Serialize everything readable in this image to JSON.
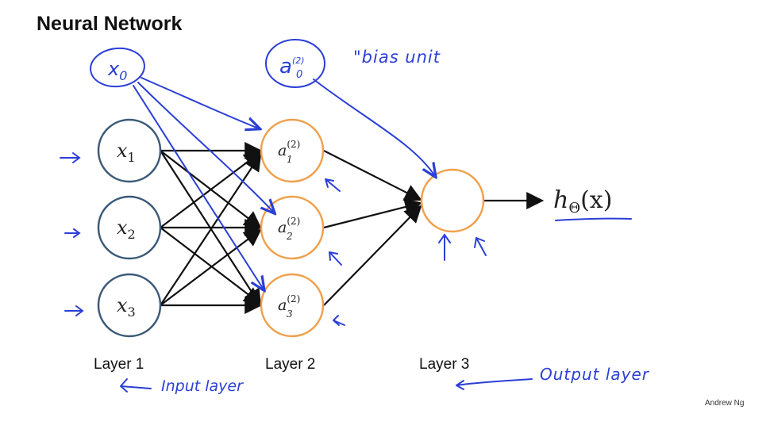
{
  "title": "Neural Network",
  "credit": "Andrew Ng",
  "colors": {
    "input_node": "#3b5a78",
    "hidden_node": "#f0a04b",
    "edge": "#111111",
    "annotation": "#2b3fd6"
  },
  "layers": [
    {
      "label": "Layer 1"
    },
    {
      "label": "Layer 2"
    },
    {
      "label": "Layer 3"
    }
  ],
  "input_nodes": [
    {
      "var": "x",
      "sub": "1"
    },
    {
      "var": "x",
      "sub": "2"
    },
    {
      "var": "x",
      "sub": "3"
    }
  ],
  "hidden_nodes": [
    {
      "var": "a",
      "sub": "1",
      "sup": "(2)"
    },
    {
      "var": "a",
      "sub": "2",
      "sup": "(2)"
    },
    {
      "var": "a",
      "sub": "3",
      "sup": "(2)"
    }
  ],
  "output": {
    "h": "h",
    "theta": "Θ",
    "arg": "(x)"
  },
  "annotations": {
    "bias_x": {
      "var": "x",
      "sub": "0"
    },
    "bias_a": {
      "var": "a",
      "sub": "0",
      "sup": "(2)"
    },
    "bias_unit": "\"bias unit",
    "input_layer": "Input layer",
    "output_layer": "Output layer"
  }
}
